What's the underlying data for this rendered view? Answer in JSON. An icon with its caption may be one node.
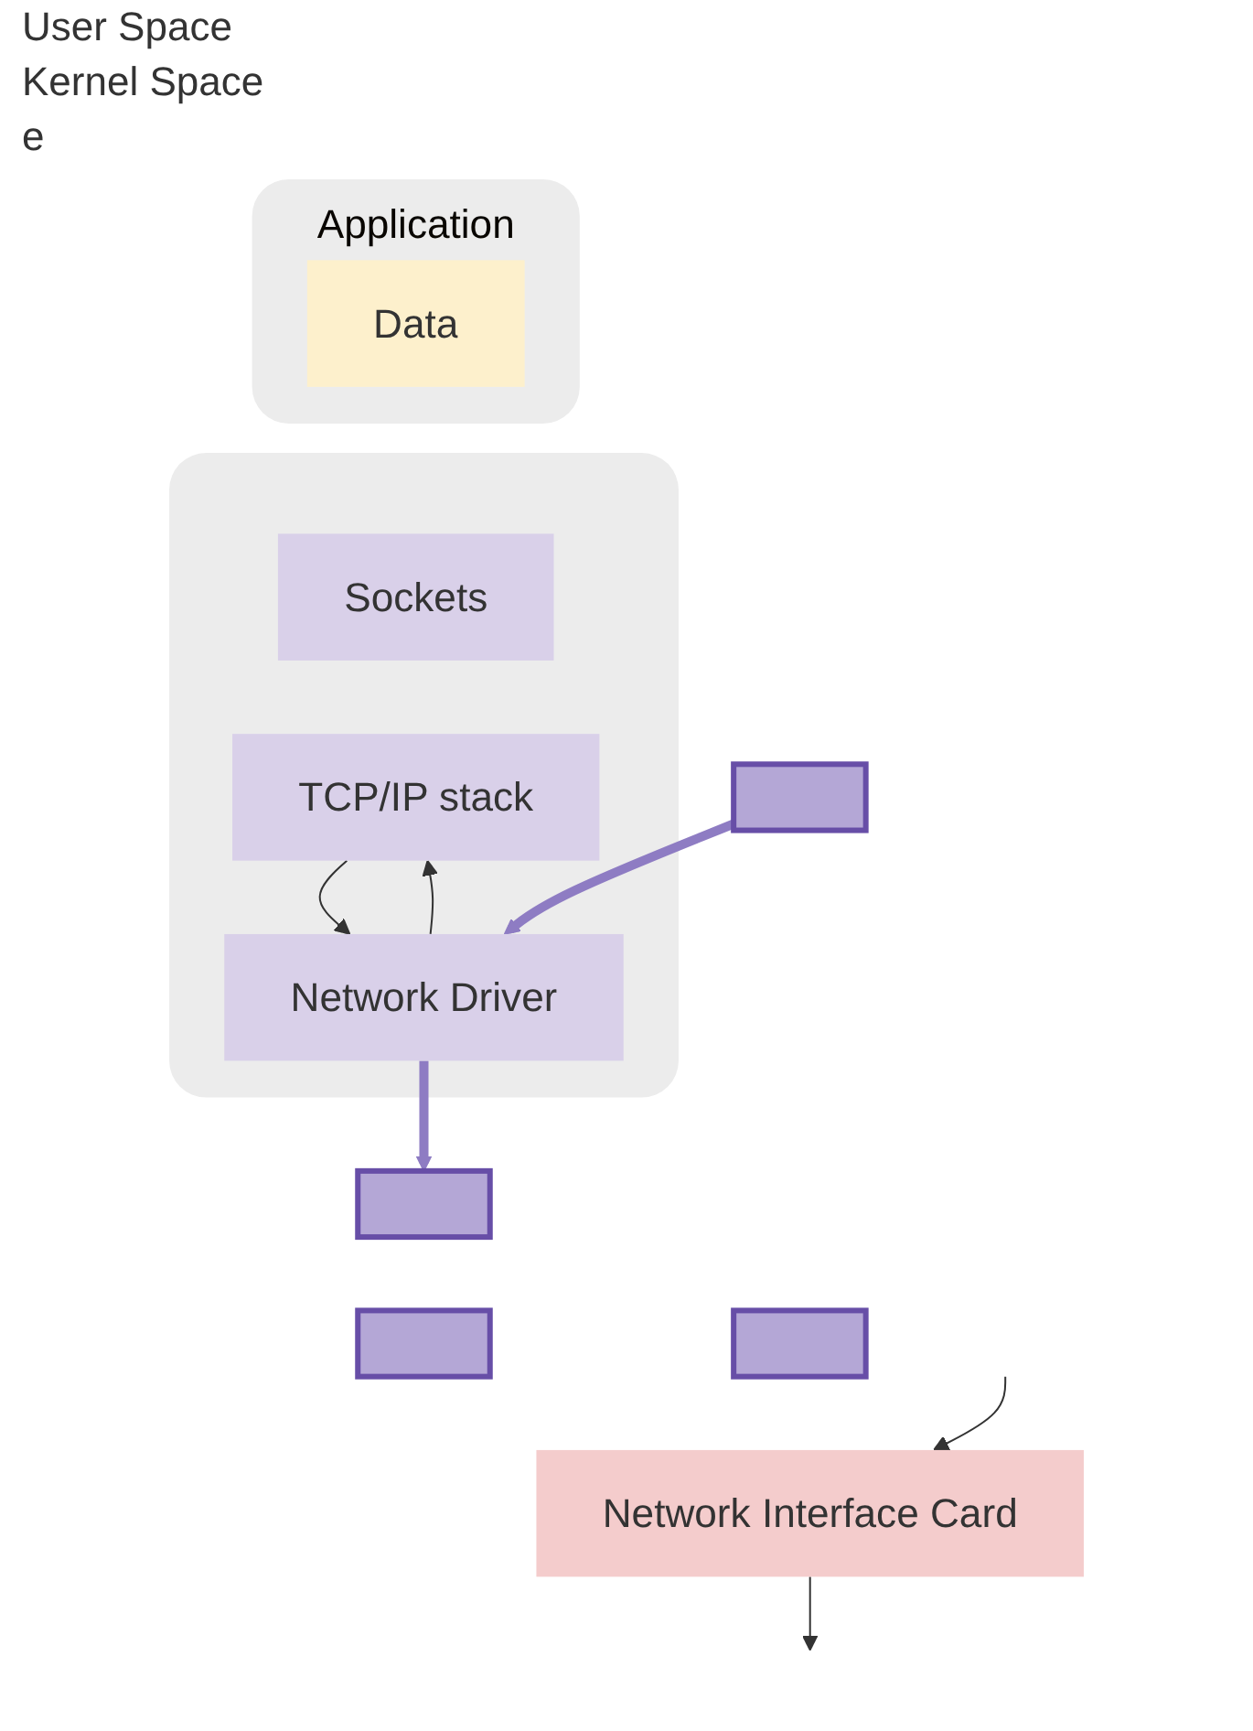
{
  "diagram": {
    "nodes": [
      {
        "text": [
          "Application"
        ]
      },
      {
        "text": [
          "Data"
        ],
        "in": 0
      },
      {
        "text": [],
        "shape": "box"
      },
      {
        "text": [
          "Sockets"
        ],
        "in": 2
      },
      {
        "text": [
          "TCP/IP stack"
        ],
        "in": 2
      },
      {
        "text": [
          "Network Driver"
        ],
        "in": 2
      },
      {
        "text": [],
        "shape": "bar"
      },
      {
        "text": [],
        "shape": "bar"
      },
      {
        "text": [],
        "shape": "bar"
      },
      {
        "text": [],
        "shape": "bar"
      },
      {
        "text": [
          "Network Interface Card"
        ]
      }
    ],
    "edges": [
      {
        "from": 4,
        "to": 5,
        "arrow": "to"
      },
      {
        "from": 5,
        "to": 4,
        "arrow": "to"
      },
      {
        "from": 5,
        "to": 6,
        "arrow": "to",
        "style": "thick",
        "color": "#8e7cc3"
      },
      {
        "from": 8,
        "to": 5,
        "arrow": "to",
        "style": "thick",
        "color": "#8e7cc3"
      },
      {
        "from": 10,
        "to": null,
        "arrow": "to"
      },
      {
        "from": null,
        "to": 10,
        "arrow": "to"
      }
    ],
    "labels": [
      "User Space",
      "Kernel Space",
      "e"
    ]
  }
}
